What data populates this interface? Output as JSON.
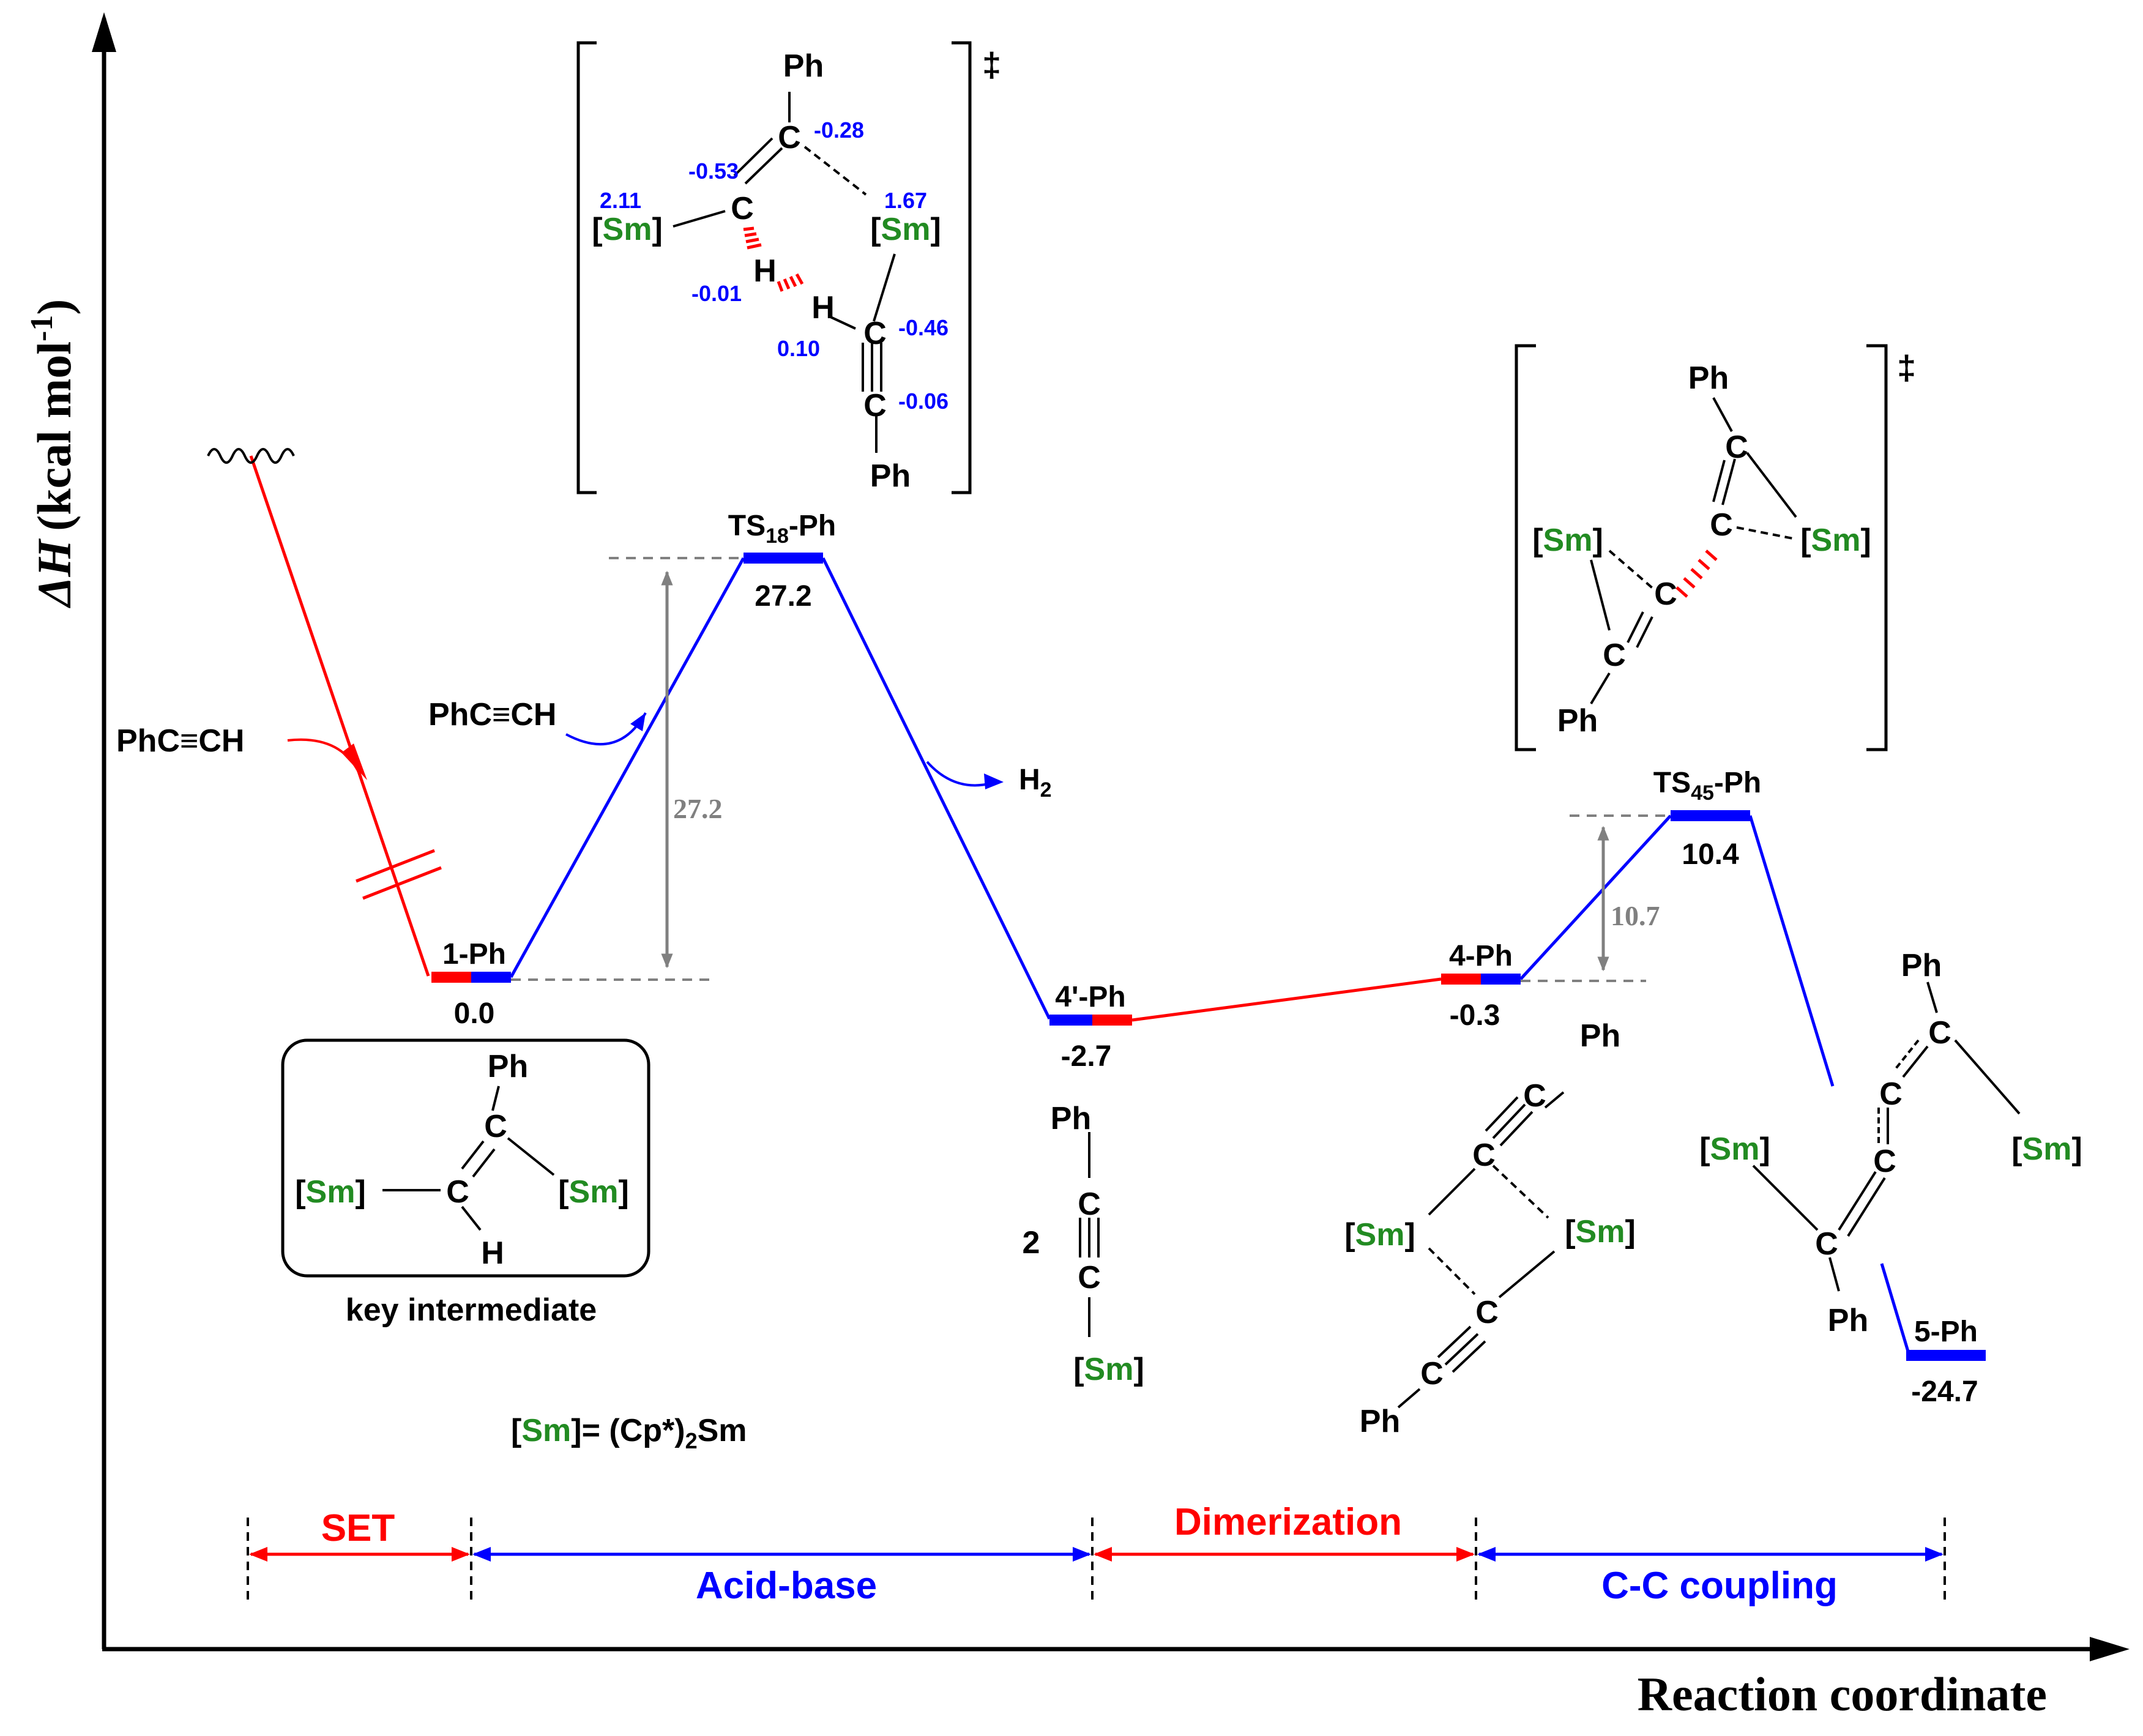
{
  "axes": {
    "y_label_main": "ΔH",
    "y_label_unit": "(kcal mol",
    "y_label_sup": "-1",
    "y_label_close": ")",
    "x_label": "Reaction coordinate"
  },
  "species": [
    {
      "name": "1-Ph",
      "energy": "0.0"
    },
    {
      "name": "TS18-Ph",
      "prefix": "TS",
      "sub": "18",
      "suffix": "-Ph",
      "energy": "27.2"
    },
    {
      "name": "4'-Ph",
      "energy": "-2.7"
    },
    {
      "name": "4-Ph",
      "energy": "-0.3"
    },
    {
      "name": "TS45-Ph",
      "prefix": "TS",
      "sub": "45",
      "suffix": "-Ph",
      "energy": "10.4"
    },
    {
      "name": "5-Ph",
      "energy": "-24.7"
    }
  ],
  "barriers": {
    "acid_base": "27.2",
    "coupling": "10.7"
  },
  "reagents": {
    "alkyne_left": "PhC≡CH",
    "alkyne_mid": "PhC≡CH",
    "h2": "H",
    "h2_sub": "2"
  },
  "ts_marks": {
    "ts18": "‡",
    "ts45": "‡"
  },
  "structures": {
    "ph": "Ph",
    "c": "C",
    "h": "H",
    "sm": "Sm",
    "bracket_open": "[",
    "bracket_close": "]",
    "coefficient": "2",
    "key_intermediate": "key intermediate",
    "sm_def_mid": "= (Cp*)",
    "sm_def_sub": "2",
    "sm_def_end": "Sm"
  },
  "charges": {
    "c_top": "-0.28",
    "c_left": "-0.53",
    "sm_left": "2.11",
    "sm_right": "1.67",
    "h_left": "-0.01",
    "h_right": "0.10",
    "c_mid": "-0.46",
    "c_bottom": "-0.06"
  },
  "phases": [
    {
      "name": "SET",
      "color": "#ff0000"
    },
    {
      "name": "Acid-base",
      "color": "#0000ff"
    },
    {
      "name": "Dimerization",
      "color": "#ff0000"
    },
    {
      "name": "C-C coupling",
      "color": "#0000ff"
    }
  ],
  "colors": {
    "red": "#ff0000",
    "blue": "#0000ff",
    "green": "#228b22",
    "charge": "#0000ff",
    "grey": "#808080"
  }
}
